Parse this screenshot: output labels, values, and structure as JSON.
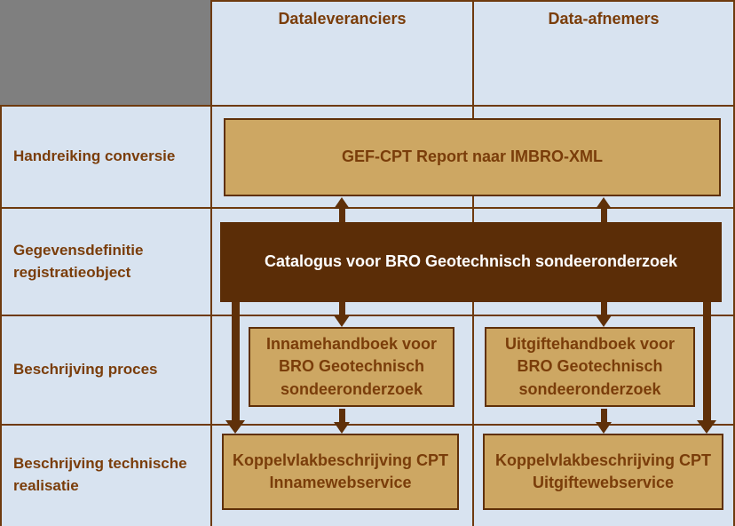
{
  "diagram": {
    "columns": [
      {
        "label": "Dataleveranciers"
      },
      {
        "label": "Data-afnemers"
      }
    ],
    "rows": [
      {
        "label": "Handreiking conversie"
      },
      {
        "label": "Gegevensdefinitie registratieobject"
      },
      {
        "label": "Beschrijving proces"
      },
      {
        "label": "Beschrijving technische realisatie"
      }
    ],
    "boxes": {
      "conversion": "GEF-CPT Report naar IMBRO-XML",
      "catalog": "Catalogus voor BRO Geotechnisch sondeeronderzoek",
      "intake_handbook": "Innamehandboek voor BRO Geotechnisch sondeeronderzoek",
      "delivery_handbook": "Uitgiftehandboek voor BRO Geotechnisch sondeeronderzoek",
      "intake_interface": "Koppelvlakbeschrijving CPT Innamewebservice",
      "delivery_interface": "Koppelvlakbeschrijving CPT Uitgiftewebservice"
    },
    "colors": {
      "background": "#D8E3F0",
      "grid_line": "#6E3A0E",
      "tan_box_fill": "#CDA763",
      "box_border": "#5F3009",
      "dark_box_fill": "#5B2D07",
      "arrow": "#5F3009",
      "text_brown": "#7A3D0A",
      "text_white": "#FFFFFF",
      "gray_cell": "#7F7F7F"
    }
  }
}
